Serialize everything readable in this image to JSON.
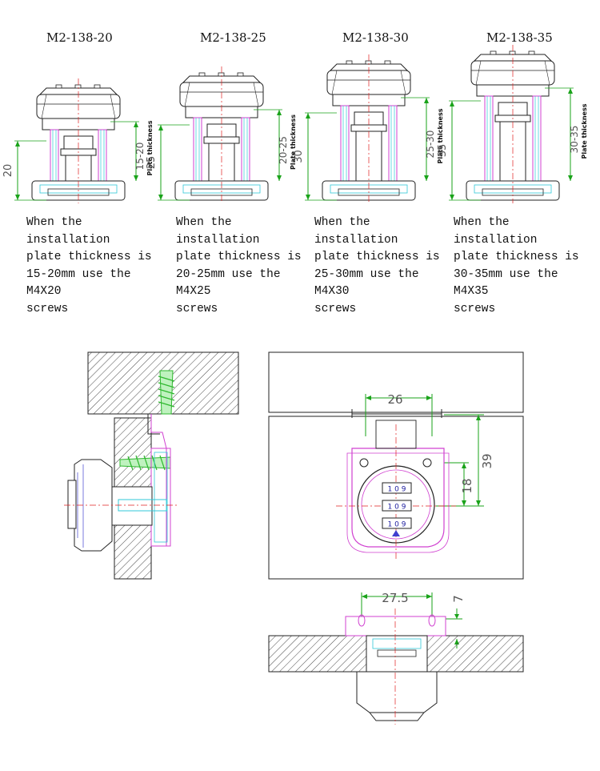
{
  "variants": [
    {
      "model": "M2-138-20",
      "range": "15-20",
      "height": "20",
      "text": "When the installation\nplate thickness is\n15-20mm use the M4X20\nscrews"
    },
    {
      "model": "M2-138-25",
      "range": "20-25",
      "height": "25",
      "text": "When the installation\nplate thickness is\n20-25mm use the M4X25\nscrews"
    },
    {
      "model": "M2-138-30",
      "range": "25-30",
      "height": "30",
      "text": "When the installation\nplate thickness is\n25-30mm use the M4X30\nscrews"
    },
    {
      "model": "M2-138-35",
      "range": "30-35",
      "height": "35",
      "text": "When the installation\nplate thickness is\n30-35mm use the M4X35\nscrews"
    }
  ],
  "plate_label": "Plate thickness",
  "front_view": {
    "dim_width": "26",
    "dim_height_outer": "39",
    "dim_height_inner": "18",
    "dials": [
      "1 0 9",
      "1 0 9",
      "1 0 9"
    ]
  },
  "bottom_view": {
    "dim_width": "27.5",
    "dim_offset": "7"
  },
  "colors": {
    "line": "#222222",
    "dim_green": "#1aa31a",
    "magenta": "#d040d0",
    "cyan": "#30c8d8",
    "center_red": "#e02020",
    "screw_green": "#2fb82f",
    "hatch": "#333333",
    "arrow_blue": "#4040d0"
  }
}
